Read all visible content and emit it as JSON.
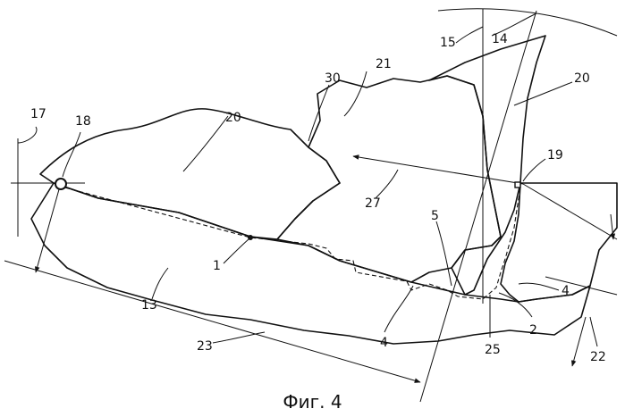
{
  "figure": {
    "caption": "Фиг. 4",
    "labels": {
      "l1": "1",
      "l2": "2",
      "l4a": "4",
      "l4b": "4",
      "l5": "5",
      "l13": "13",
      "l14": "14",
      "l15": "15",
      "l17": "17",
      "l18": "18",
      "l19": "19",
      "l20a": "20",
      "l20b": "20",
      "l21": "21",
      "l22": "22",
      "l23": "23",
      "l25": "25",
      "l27": "27",
      "l30": "30"
    }
  }
}
